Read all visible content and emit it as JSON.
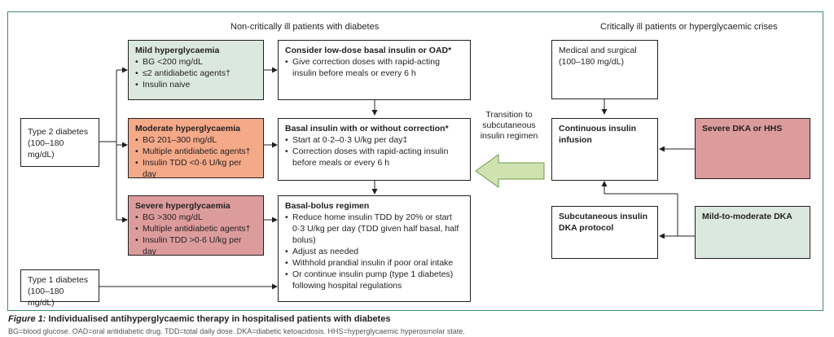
{
  "sections": {
    "left_title": "Non-critically ill patients with diabetes",
    "right_title": "Critically ill patients or hyperglycaemic crises"
  },
  "type2": {
    "line1": "Type 2 diabetes",
    "line2": "(100–180 mg/dL)"
  },
  "type1": {
    "line1": "Type 1 diabetes",
    "line2": "(100–180 mg/dL)"
  },
  "mild": {
    "title": "Mild hyperglycaemia",
    "items": [
      "BG <200 mg/dL",
      "≤2 antidiabetic agents†",
      "Insulin naive"
    ]
  },
  "moderate": {
    "title": "Moderate hyperglycaemia",
    "items": [
      "BG 201–300 mg/dL",
      "Multiple antidiabetic agents†",
      "Insulin TDD <0·6 U/kg per day"
    ]
  },
  "severe": {
    "title": "Severe hyperglycaemia",
    "items": [
      "BG >300 mg/dL",
      "Multiple antidiabetic agents†",
      "Insulin TDD >0·6 U/kg per day"
    ]
  },
  "consider": {
    "title": "Consider low-dose basal insulin or OAD*",
    "items": [
      "Give correction doses with rapid-acting insulin before meals or every 6 h"
    ]
  },
  "basal": {
    "title": "Basal insulin with or without correction*",
    "items": [
      "Start at 0·2–0·3 U/kg per day‡",
      "Correction doses with rapid-acting insulin before meals or every 6 h"
    ]
  },
  "bolus": {
    "title": "Basal-bolus regimen",
    "items": [
      "Reduce home insulin TDD by 20% or start 0·3 U/kg per day (TDD given half basal, half bolus)",
      "Adjust as needed",
      "Withhold prandial insulin if poor oral intake",
      "Or continue insulin pump (type 1 diabetes) following hospital regulations"
    ]
  },
  "transition": {
    "label": "Transition to subcutaneous insulin regimen"
  },
  "medical": {
    "line1": "Medical and surgical",
    "line2": "(100–180 mg/dL)"
  },
  "infusion": {
    "title": "Continuous insulin infusion"
  },
  "dka_severe": {
    "title": "Severe DKA or HHS"
  },
  "subq": {
    "title": "Subcutaneous insulin DKA protocol"
  },
  "dka_mild": {
    "title": "Mild-to-moderate DKA"
  },
  "caption": {
    "label": "Figure 1:",
    "title": "Individualised antihyperglycaemic therapy in hospitalised patients with diabetes",
    "text": "BG=blood glucose. OAD=oral antidiabetic drug. TDD=total daily dose. DKA=diabetic ketoacidosis. HHS=hyperglycaemic hyperosmolar state."
  },
  "colors": {
    "mild": "#dbe8df",
    "moderate": "#f4a988",
    "severe": "#dd9c9c",
    "frame": "#3f8a7a",
    "transition_arrow": "#cfe2b0"
  }
}
